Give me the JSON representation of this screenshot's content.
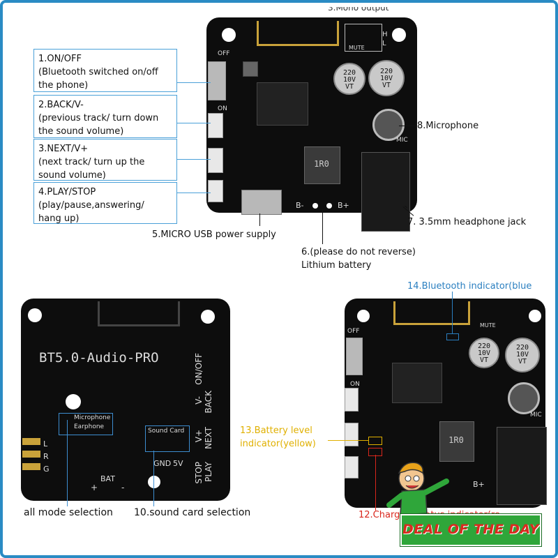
{
  "top_board": {
    "silk_mute": "MUTE",
    "silk_h": "H",
    "silk_l": "L",
    "silk_off": "OFF",
    "silk_on": "ON",
    "silk_mic": "MIC",
    "silk_b_minus": "B-",
    "silk_b_plus": "B+",
    "inductor": "1R0",
    "capacitor": "220\n10V\nVT",
    "partial_top_label": "3.Mono output"
  },
  "callouts": {
    "c1": "1.ON/OFF\n(Bluetooth switched on/off\nthe phone)",
    "c2": "2.BACK/V-\n(previous track/ turn down\nthe sound volume)",
    "c3": "3.NEXT/V+\n(next track/ turn up the\nsound volume)",
    "c4": "4.PLAY/STOP\n(play/pause,answering/\nhang up)",
    "c5": "5.MICRO USB power supply",
    "c6a": "6.(please do not reverse)",
    "c6b": "Lithium battery",
    "c7": "7. 3.5mm headphone jack",
    "c8": "8.Microphone"
  },
  "bottom_left_board": {
    "title": "BT5.0-Audio-PRO",
    "on_off": "ON/OFF",
    "v_minus": "V-",
    "back": "BACK",
    "v_plus": "V+",
    "next": "NEXT",
    "stop": "STOP",
    "play": "PLAY",
    "microphone": "Microphone",
    "earphone": "Earphone",
    "sound_card": "Sound Card",
    "gnd": "GND",
    "five_v": "5V",
    "bat": "BAT",
    "plus": "+",
    "minus": "-",
    "l": "L",
    "r": "R",
    "g": "G",
    "c9": "all mode selection",
    "c10": "10.sound card selection"
  },
  "bottom_right_board": {
    "c14": "14.Bluetooth indicator(blue",
    "c13a": "13.Battery level",
    "c13b": "indicator(yellow)",
    "c12": "12.Charging status indicator(re",
    "silk_off": "OFF",
    "silk_on": "ON",
    "silk_mute": "MUTE",
    "silk_mic": "MIC",
    "silk_b_plus": "B+",
    "inductor": "1R0"
  },
  "banner": {
    "text": "DEAL OF THE DAY"
  },
  "colors": {
    "frame": "#2a8bc4",
    "pcb": "#0d0d0d",
    "callout_box": "#4aa0d8",
    "callout_red": "#d9261c",
    "callout_yellow": "#e0b000",
    "callout_blue": "#2a7fc0",
    "banner_bg": "#2fa63a",
    "banner_text": "#d92a1f"
  }
}
